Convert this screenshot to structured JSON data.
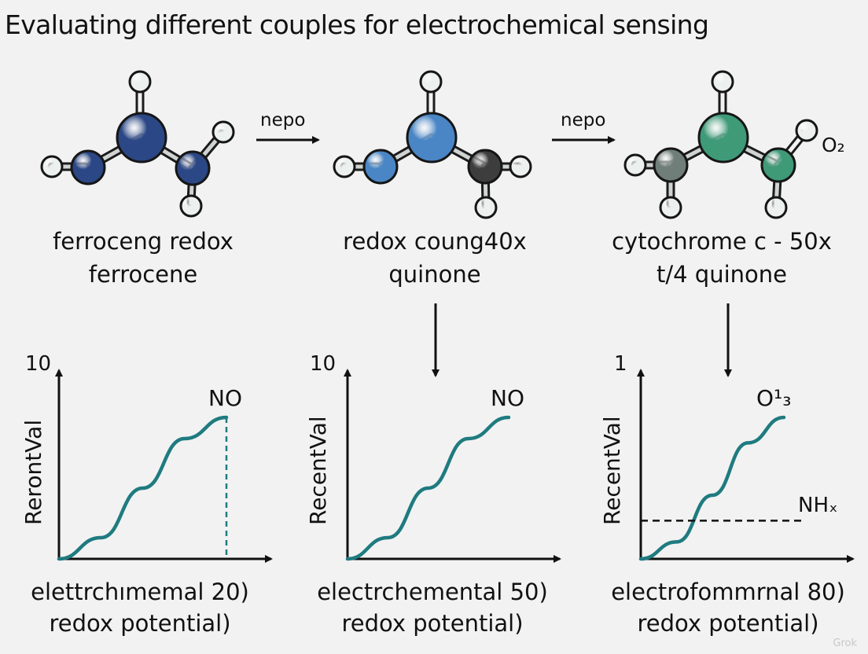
{
  "title": "Evaluating different couples for electrochemical sensing",
  "colors": {
    "navy": "#2b4785",
    "blue": "#4a86c5",
    "green": "#3f9a78",
    "teal_curve": "#1f7b80",
    "dark_atom": "#3d3d3d",
    "hydrogen": "#ecf0ee"
  },
  "arrows": [
    {
      "label": "nepo"
    },
    {
      "label": "nepo"
    }
  ],
  "molecules": [
    {
      "line1": "ferroceng redox",
      "line2": "ferrocene",
      "extra_label": ""
    },
    {
      "line1": "redox coung40x",
      "line2": "quinone",
      "extra_label": ""
    },
    {
      "line1": "cytochrome c - 50x",
      "line2": "t/4 quinone",
      "extra_label": "O₂"
    }
  ],
  "chart_data": [
    {
      "type": "line",
      "ylabel": "RerontVal",
      "xlabel_line1": "elettrchımemal 20)",
      "xlabel_line2": "redox potential)",
      "ymax_label": "10",
      "annotation": "NO",
      "hline_label": "",
      "x": [
        0,
        0.25,
        0.5,
        0.75,
        1.0
      ],
      "y": [
        0.0,
        0.15,
        0.5,
        0.85,
        1.0
      ],
      "marker": "vertical-dashed-at-end"
    },
    {
      "type": "line",
      "ylabel": "RecentVal",
      "xlabel_line1": "electrchemental 50)",
      "xlabel_line2": "redox potential)",
      "ymax_label": "10",
      "annotation": "NO",
      "hline_label": "",
      "x": [
        0,
        0.25,
        0.5,
        0.75,
        1.0
      ],
      "y": [
        0.0,
        0.15,
        0.5,
        0.85,
        1.0
      ],
      "marker": "none"
    },
    {
      "type": "line",
      "ylabel": "RecentVal",
      "xlabel_line1": "electrofommrnal  80)",
      "xlabel_line2": "redox potential)",
      "ymax_label": "1",
      "annotation": "O¹₃",
      "hline_label": "NHₓ",
      "x": [
        0,
        0.25,
        0.5,
        0.75,
        1.0
      ],
      "y": [
        0.0,
        0.12,
        0.45,
        0.82,
        1.0
      ],
      "marker": "horizontal-dashed"
    }
  ],
  "watermark": "Grok"
}
